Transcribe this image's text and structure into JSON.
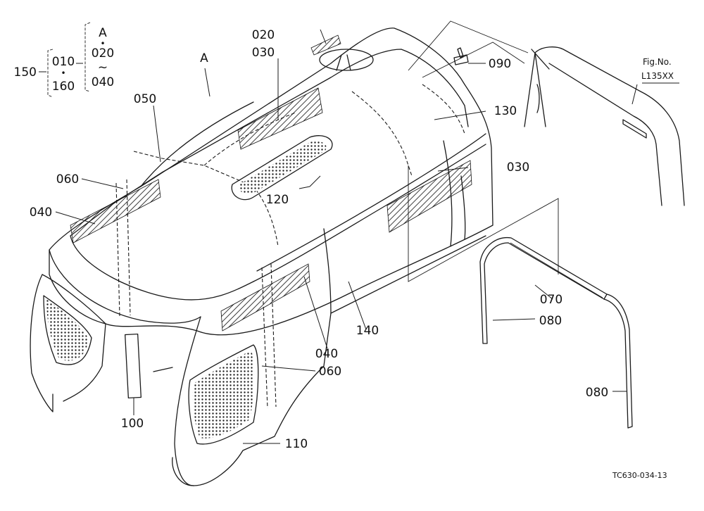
{
  "figure": {
    "fig_label": "Fig.No.",
    "fig_number": "L135XX",
    "drawing_code": "TC630-034-13"
  },
  "group_bracket": {
    "item": "150",
    "range_left_top": "010",
    "range_left_dot": "•",
    "range_left_bottom": "160",
    "range_right_top_label": "A",
    "range_right_dot": "•",
    "range_right_start": "020",
    "range_right_tilde": "~",
    "range_right_end": "040"
  },
  "callouts": {
    "ref_a": "A",
    "p020": "020",
    "p030_top": "030",
    "p030_right": "030",
    "p040_left": "040",
    "p040_bottom": "040",
    "p050": "050",
    "p060_left": "060",
    "p060_bottom": "060",
    "p070": "070",
    "p080_upper": "080",
    "p080_lower": "080",
    "p090": "090",
    "p100": "100",
    "p110": "110",
    "p120": "120",
    "p130": "130",
    "p140": "140"
  },
  "colors": {
    "line": "#1a1a1a",
    "background": "#ffffff"
  }
}
